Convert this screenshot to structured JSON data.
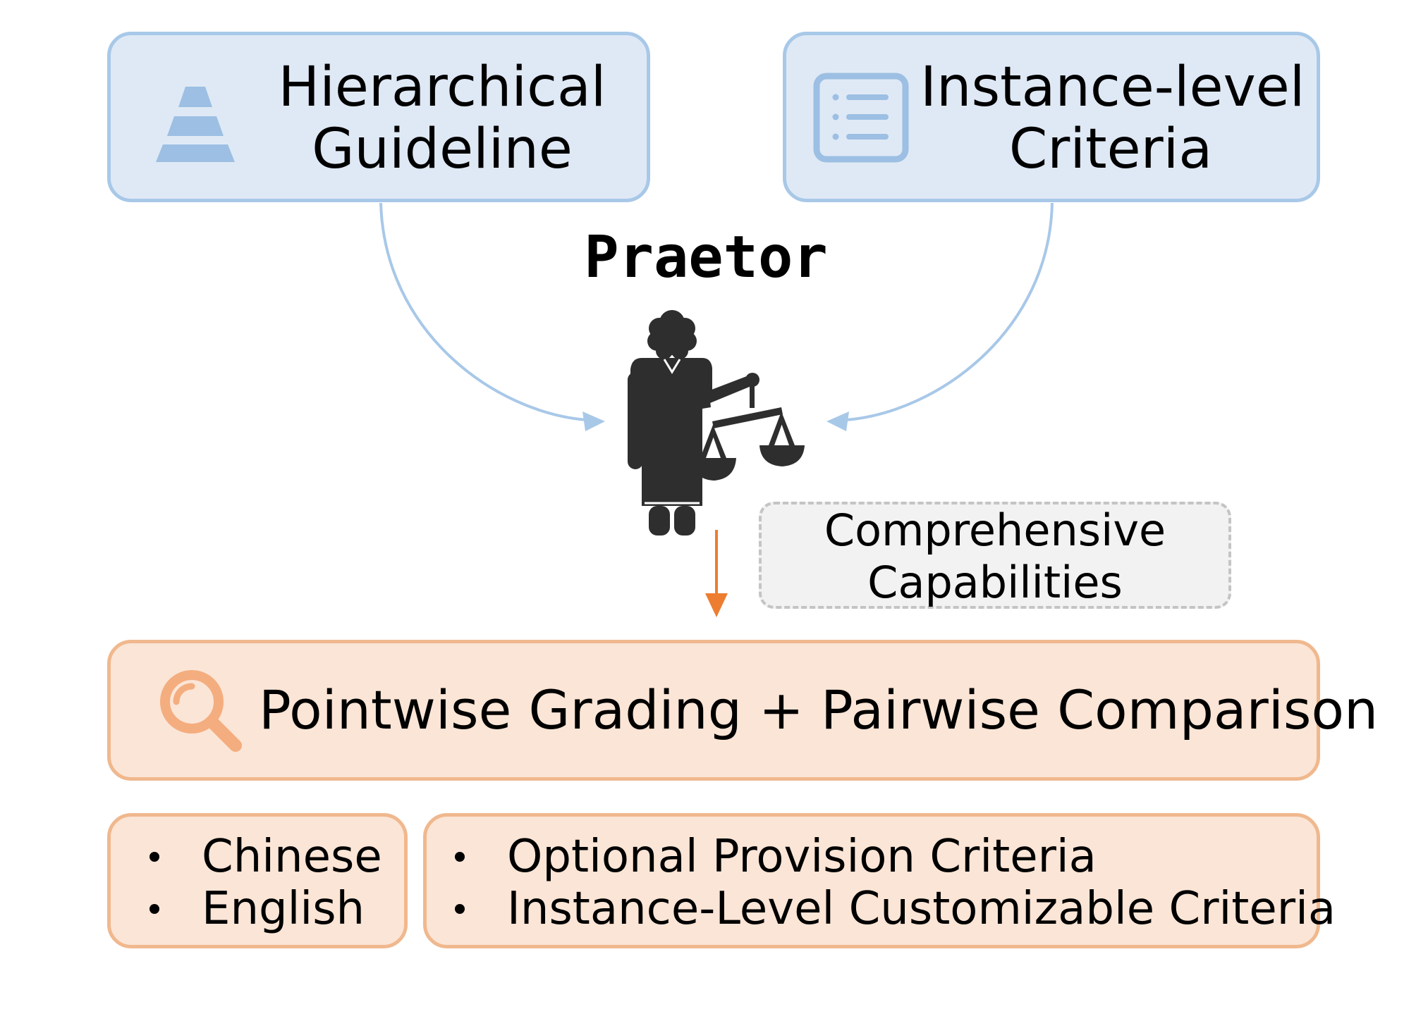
{
  "top_left": {
    "title_line1": "Hierarchical",
    "title_line2": "Guideline",
    "icon": "pyramid-icon"
  },
  "top_right": {
    "title_line1": "Instance-level",
    "title_line2": "Criteria",
    "icon": "document-list-icon"
  },
  "center": {
    "title": "Praetor",
    "icon": "judge-with-scales-icon"
  },
  "capabilities": {
    "line1": "Comprehensive",
    "line2": "Capabilities"
  },
  "main": {
    "label": "Pointwise Grading + Pairwise Comparison",
    "icon": "magnifier-icon"
  },
  "languages": {
    "items": [
      "Chinese",
      "English"
    ]
  },
  "criteria_options": {
    "items": [
      "Optional Provision Criteria",
      "Instance-Level Customizable Criteria"
    ]
  },
  "colors": {
    "blue_fill": "#dfe9f5",
    "blue_border": "#a8c8e8",
    "orange_fill": "#fbe5d6",
    "orange_border": "#f0b88e",
    "orange_arrow": "#ed7d31",
    "figure": "#2e2e2e"
  }
}
